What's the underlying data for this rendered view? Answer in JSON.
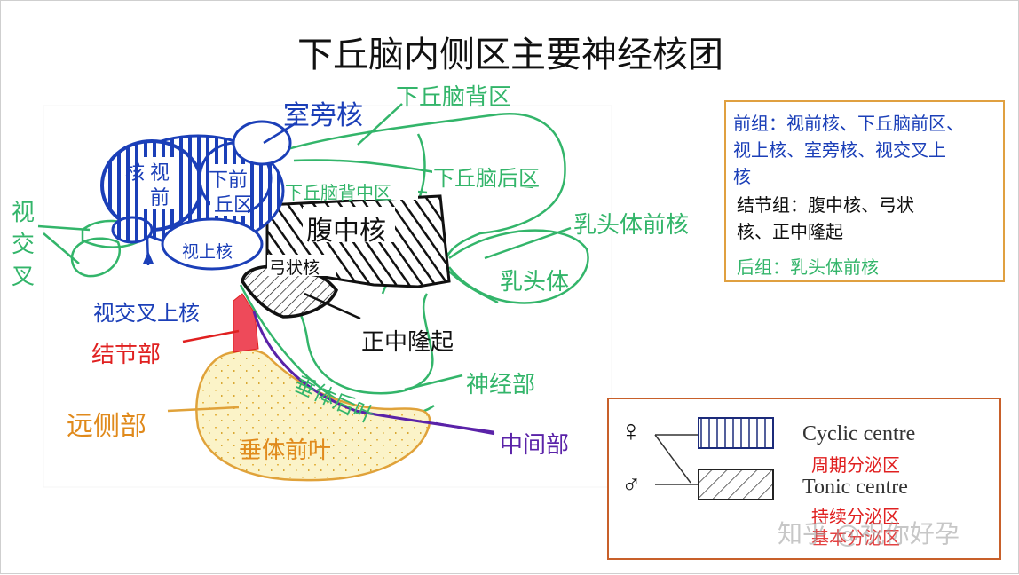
{
  "title": "下丘脑内侧区主要神经核团",
  "labels": {
    "paraventricular": "室旁核",
    "dorsal_area": "下丘脑背区",
    "posterior_area": "下丘脑后区",
    "dorsal_middle_area": "下丘脑背中区",
    "ventromedial": "腹中核",
    "arcuate": "弓状核",
    "preoptic_part1": "视",
    "preoptic_part2": "前",
    "preoptic_part3": "核",
    "anterior_hyp_part1": "下",
    "anterior_hyp_part2": "丘",
    "anterior_hyp_part3": "前",
    "anterior_hyp_part4": "区",
    "supraoptic": "视上核",
    "optic_chiasm_1": "视",
    "optic_chiasm_2": "交",
    "optic_chiasm_3": "叉",
    "suprachiasmatic": "视交叉上核",
    "pars_tuberalis": "结节部",
    "median_eminence": "正中隆起",
    "mammillary_anterior": "乳头体前核",
    "mammillary_body": "乳头体",
    "pars_nervosa": "神经部",
    "posterior_pituitary": "垂体后叶",
    "pars_distalis": "远侧部",
    "anterior_pituitary": "垂体前叶",
    "pars_intermedia": "中间部"
  },
  "groups_box": {
    "anterior_line1": "前组：视前核、下丘脑前区、",
    "anterior_line2": "视上核、室旁核、视交叉上",
    "anterior_line3": "核",
    "tuberal_line1": "结节组：腹中核、弓状",
    "tuberal_line2": "核、正中隆起",
    "posterior_line1": "后组：乳头体前核"
  },
  "legend_box": {
    "female_symbol": "♀",
    "male_symbol": "♂",
    "cyclic_en": "Cyclic centre",
    "cyclic_cn": "周期分泌区",
    "tonic_en": "Tonic centre",
    "tonic_cn": "持续分泌区",
    "tonic_cn_overlap": "基本分泌区"
  },
  "watermark": "知乎 @祝你好孕",
  "colors": {
    "blue": "#1b3fb8",
    "green": "#33b56a",
    "red": "#e02020",
    "orange": "#e08a1c",
    "purple": "#5a22a8",
    "black": "#111111",
    "yellow_fill": "#fbf3c8",
    "box1_border": "#e0a040",
    "box2_border": "#c8602a"
  }
}
